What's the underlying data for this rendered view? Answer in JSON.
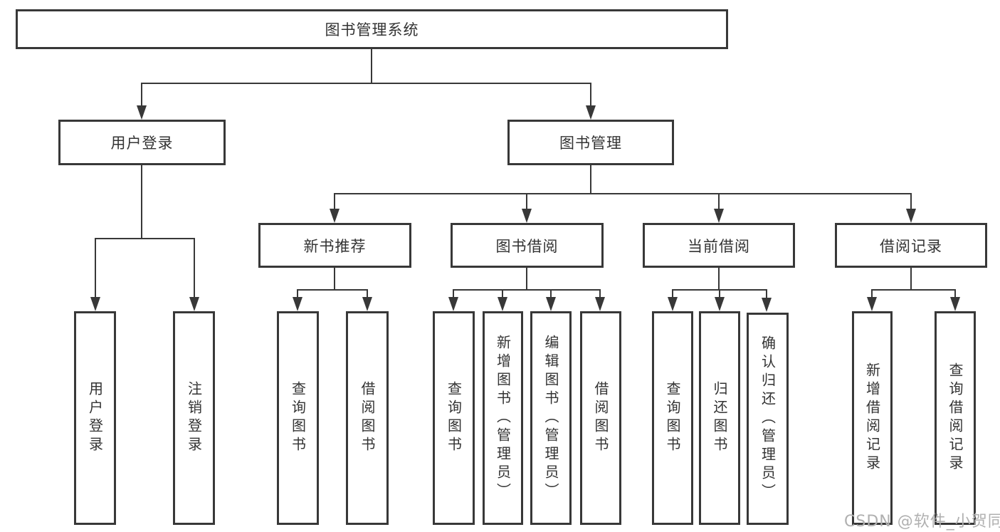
{
  "diagram": {
    "watermark": "CSDN @软件_小贺同学"
  },
  "colors": {
    "line": "#383838",
    "text": "#333333",
    "background": "#ffffff",
    "watermark": "#b0b0b0"
  },
  "tree": {
    "root": {
      "label": "图书管理系统"
    },
    "level2": [
      {
        "label": "用户登录"
      },
      {
        "label": "图书管理"
      }
    ],
    "level3": [
      {
        "label": "新书推荐"
      },
      {
        "label": "图书借阅"
      },
      {
        "label": "当前借阅"
      },
      {
        "label": "借阅记录"
      }
    ],
    "leaves": {
      "login": [
        "用户登录",
        "注销登录"
      ],
      "recommend": [
        "查询图书",
        "借阅图书"
      ],
      "borrow": [
        "查询图书",
        "新增图书（管理员）",
        "编辑图书（管理员）",
        "借阅图书"
      ],
      "current": [
        "查询图书",
        "归还图书",
        "确认归还（管理员）"
      ],
      "records": [
        "新增借阅记录",
        "查询借阅记录"
      ]
    }
  }
}
